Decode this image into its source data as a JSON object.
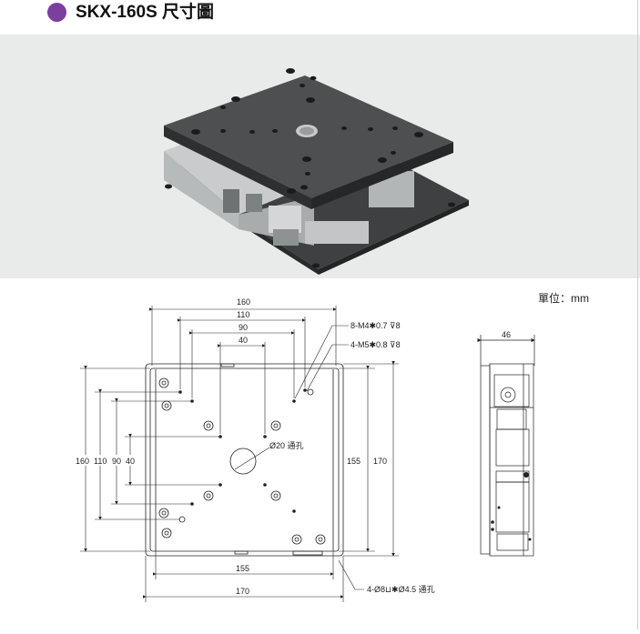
{
  "header": {
    "title": "SKX-160S 尺寸圖",
    "bullet_color": "#7b3fa0"
  },
  "drawing": {
    "unit_label": "單位：mm",
    "top_dims": [
      "160",
      "110",
      "90",
      "40"
    ],
    "left_dims": [
      "160",
      "110",
      "90",
      "40"
    ],
    "right_dims": [
      "155",
      "170"
    ],
    "bottom_dims": [
      "155",
      "170"
    ],
    "center_hole": "Ø20 通孔",
    "callout_m4": "8-M4✱0.7 ⊽8",
    "callout_m5": "4-M5✱0.8 ⊽8",
    "callout_counterbore": "4-Ø8⊔✱Ø4.5 通孔",
    "side_width": "46"
  }
}
